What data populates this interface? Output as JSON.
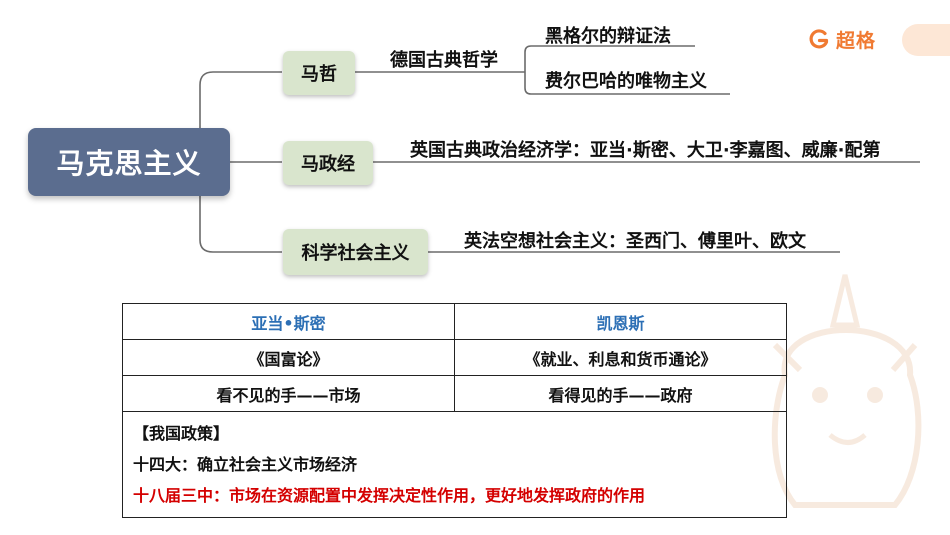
{
  "brand": {
    "name": "超格"
  },
  "mindmap": {
    "root": "马克思主义",
    "branches": [
      {
        "label": "马哲",
        "sub_label": "德国古典哲学",
        "leaves": [
          "黑格尔的辩证法",
          "费尔巴哈的唯物主义"
        ]
      },
      {
        "label": "马政经",
        "detail": "英国古典政治经济学：亚当·斯密、大卫·李嘉图、威廉·配第"
      },
      {
        "label": "科学社会主义",
        "detail": "英法空想社会主义：圣西门、傅里叶、欧文"
      }
    ]
  },
  "table": {
    "headers": [
      "亚当•斯密",
      "凯恩斯"
    ],
    "rows": [
      [
        "《国富论》",
        "《就业、利息和货币通论》"
      ],
      [
        "看不见的手——市场",
        "看得见的手——政府"
      ]
    ],
    "policy": {
      "title": "【我国政策】",
      "line1": "十四大：确立社会主义市场经济",
      "line2": "十八届三中：市场在资源配置中发挥决定性作用，更好地发挥政府的作用"
    }
  },
  "colors": {
    "root_bg": "#5b6d8f",
    "node_bg": "#d9e5cd",
    "header_text": "#2c6fb5",
    "highlight_text": "#d40000",
    "brand": "#f07a32"
  }
}
